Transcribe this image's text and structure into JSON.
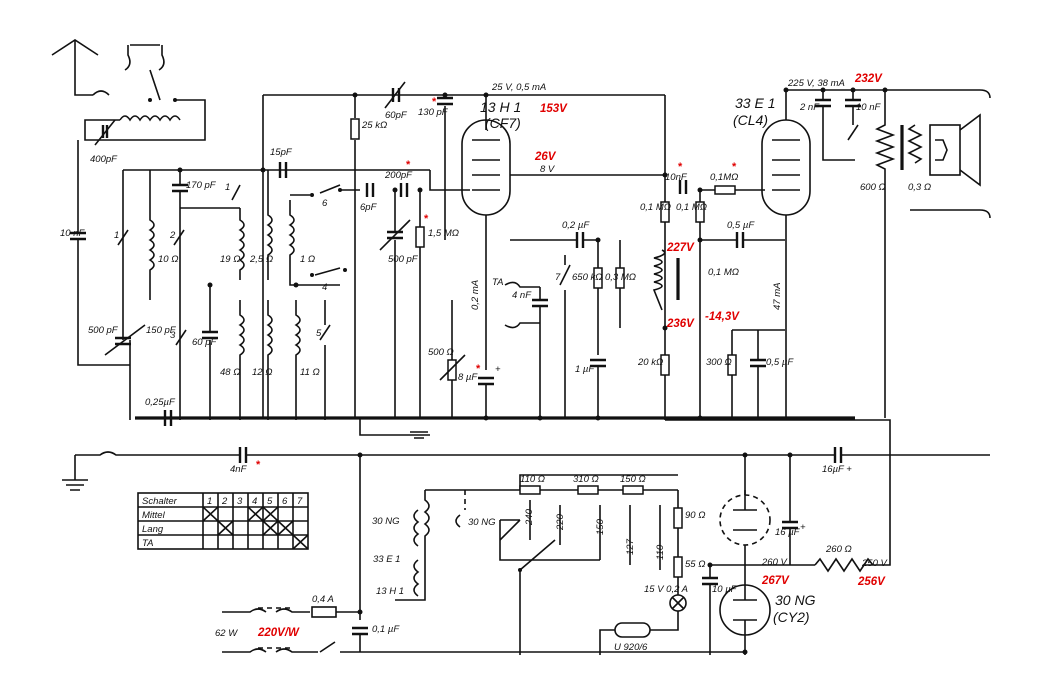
{
  "tubes": {
    "t1": {
      "type": "13 H 1",
      "alt": "(CF7)"
    },
    "t2": {
      "type": "33 E 1",
      "alt": "(CL4)"
    },
    "t3": {
      "type": "30 NG",
      "alt": "(CY2)"
    }
  },
  "voltages": {
    "v153": "153V",
    "v26": "26V",
    "v232": "232V",
    "v227": "227V",
    "v236": "236V",
    "v143": "-14,3V",
    "v267": "267V",
    "v256": "256V",
    "vmains": "220V/W"
  },
  "rail_labels": {
    "r1": "25 V, 0,5 mA",
    "r2": "225 V, 38 mA",
    "r3": "8 V",
    "r4": "0,2 mA",
    "r5": "47 mA",
    "r6": "260 V",
    "r7": "250 V"
  },
  "components": {
    "c400": "400pF",
    "c10n": "10 nF",
    "c500": "500 pF",
    "c150": "150 pF",
    "c025": "0,25µF",
    "c170": "170 pF",
    "c15": "15pF",
    "c60": "60 pF",
    "c60p": "60pF",
    "c130": "130 pF",
    "r25k": "25 kΩ",
    "c6": "6pF",
    "c200": "200pF",
    "c500v": "500 pF",
    "r15m": "1,5 MΩ",
    "p500": "500 Ω",
    "c8u": "8 µF",
    "c02u": "0,2 µF",
    "r650": "650 kΩ",
    "r03m": "0,3 MΩ",
    "c4n": "4 nF",
    "c1u": "1 µF",
    "r20k": "20 kΩ",
    "c10nb": "10nF",
    "r01a": "0,1 MΩ",
    "r01b": "0,1 MΩ",
    "r01c": "0,1MΩ",
    "c05u": "0,5 µF",
    "r01d": "0,1 MΩ",
    "r300": "300 Ω",
    "c05b": "0,5 µF",
    "c2n": "2 nF",
    "c10nc": "10 nF",
    "r600": "600 Ω",
    "r03o": "0,3 Ω",
    "c4nf": "4nF",
    "c16a": "16µF +",
    "c16b": "16 µF",
    "c10u": "10 µF",
    "r260": "260 Ω",
    "r110": "110 Ω",
    "r310": "310 Ω",
    "r150": "150 Ω",
    "r90": "90 Ω",
    "r55": "55 Ω",
    "lamp": "15 V 0,2 A",
    "fuse": "0,4 A",
    "c01u": "0,1 µF",
    "urdox": "U 920/6",
    "heat1": "30 NG",
    "heat2": "30 NG",
    "heat3": "33 E 1",
    "heat4": "13 H 1",
    "power": "62 W",
    "coil10": "10 Ω",
    "coil19": "19 Ω",
    "coil25": "2,5 Ω",
    "coil1": "1 Ω",
    "coil48": "48 Ω",
    "coil12": "12 Ω",
    "coil11": "11 Ω",
    "tap240": "240",
    "tap220": "220",
    "tap150": "150",
    "tap127": "127",
    "tap110": "110",
    "ta": "TA"
  },
  "switch_numbers": [
    "1",
    "2",
    "3",
    "4",
    "5",
    "6",
    "7"
  ],
  "switch_table": {
    "header": "Schalter",
    "columns": [
      "1",
      "2",
      "3",
      "4",
      "5",
      "6",
      "7"
    ],
    "rows": [
      {
        "label": "Mittel",
        "marks": [
          true,
          false,
          false,
          true,
          true,
          false,
          false
        ]
      },
      {
        "label": "Lang",
        "marks": [
          false,
          true,
          false,
          false,
          true,
          true,
          false
        ]
      },
      {
        "label": "TA",
        "marks": [
          false,
          false,
          false,
          false,
          false,
          false,
          true
        ]
      }
    ]
  },
  "colors": {
    "ink": "#111111",
    "voltage": "#e00000"
  }
}
